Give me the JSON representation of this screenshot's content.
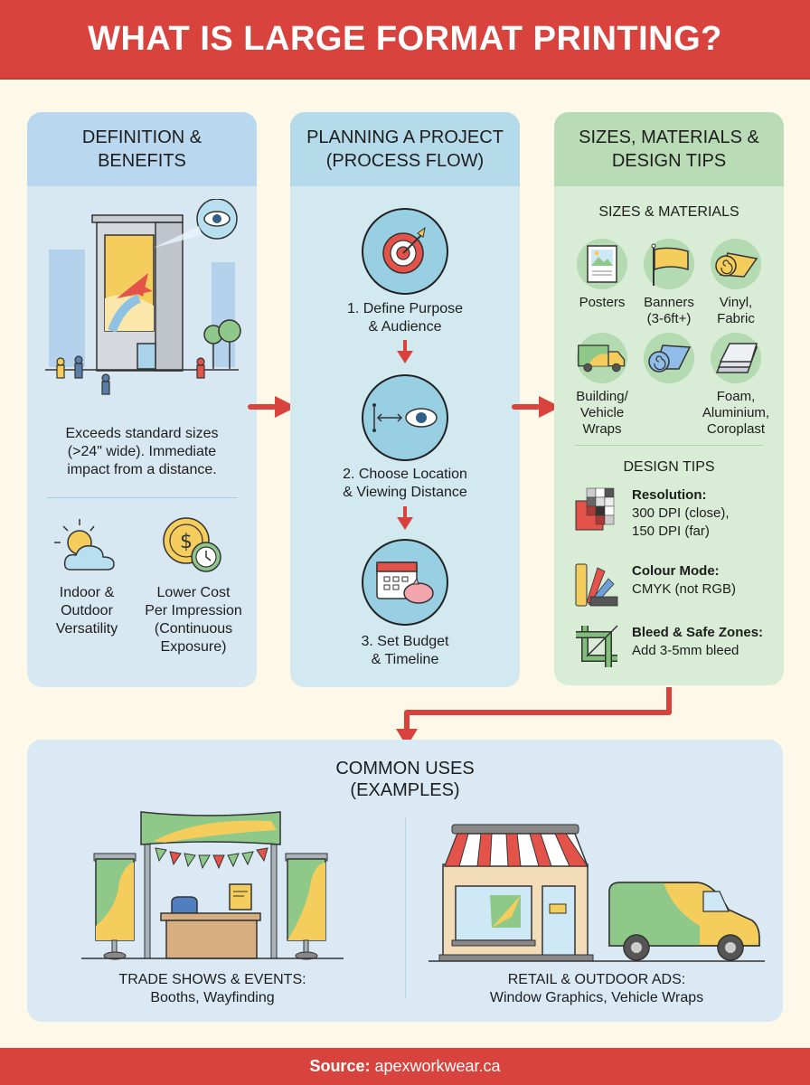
{
  "header": {
    "title": "WHAT IS LARGE FORMAT PRINTING?"
  },
  "colors": {
    "accent_red": "#d8433e",
    "background": "#fdf8e8",
    "blue_panel": "#d7e8f3",
    "teal_panel": "#d3e9f0",
    "green_panel": "#d8ecd6",
    "yellow": "#f5cd5c",
    "green": "#8fc98a"
  },
  "definition": {
    "title_line1": "DEFINITION &",
    "title_line2": "BENEFITS",
    "illustration": "building-with-billboard-icon",
    "description_line1": "Exceeds standard sizes",
    "description_line2": "(>24\" wide). Immediate",
    "description_line3": "impact from a distance.",
    "benefits": [
      {
        "icon": "sun-cloud-icon",
        "line1": "Indoor &",
        "line2": "Outdoor",
        "line3": "Versatility",
        "line4": ""
      },
      {
        "icon": "coin-clock-icon",
        "line1": "Lower Cost",
        "line2": "Per Impression",
        "line3": "(Continuous",
        "line4": "Exposure)"
      }
    ]
  },
  "planning": {
    "title_line1": "PLANNING A PROJECT",
    "title_line2": "(PROCESS FLOW)",
    "steps": [
      {
        "icon": "target-icon",
        "line1": "1. Define Purpose",
        "line2": "& Audience"
      },
      {
        "icon": "distance-eye-icon",
        "line1": "2. Choose Location",
        "line2": "& Viewing Distance"
      },
      {
        "icon": "calendar-piggybank-icon",
        "line1": "3. Set Budget",
        "line2": "& Timeline"
      }
    ]
  },
  "sizes": {
    "title_line1": "SIZES, MATERIALS &",
    "title_line2": "DESIGN TIPS",
    "materials_heading": "SIZES & MATERIALS",
    "materials": [
      {
        "icon": "poster-icon",
        "line1": "Posters",
        "line2": "",
        "line3": ""
      },
      {
        "icon": "flag-banner-icon",
        "line1": "Banners",
        "line2": "(3-6ft+)",
        "line3": ""
      },
      {
        "icon": "vinyl-roll-icon",
        "line1": "Vinyl,",
        "line2": "Fabric",
        "line3": ""
      },
      {
        "icon": "truck-icon",
        "line1": "Building/",
        "line2": "Vehicle",
        "line3": "Wraps"
      },
      {
        "icon": "fabric-roll-icon",
        "line1": "",
        "line2": "",
        "line3": ""
      },
      {
        "icon": "board-sheets-icon",
        "line1": "Foam,",
        "line2": "Aluminium,",
        "line3": "Coroplast"
      }
    ],
    "tips_heading": "DESIGN TIPS",
    "tips": [
      {
        "icon": "pixel-grid-icon",
        "title": "Resolution:",
        "line1": "300 DPI (close),",
        "line2": "150 DPI (far)"
      },
      {
        "icon": "color-swatch-icon",
        "title": "Colour Mode:",
        "line1": "CMYK (not RGB)",
        "line2": ""
      },
      {
        "icon": "crop-icon",
        "title": "Bleed & Safe Zones:",
        "line1": "Add 3-5mm bleed",
        "line2": ""
      }
    ]
  },
  "uses": {
    "title_line1": "COMMON USES",
    "title_line2": "(EXAMPLES)",
    "examples": [
      {
        "icon": "trade-show-booth-icon",
        "title": "TRADE SHOWS & EVENTS:",
        "subtitle": "Booths, Wayfinding"
      },
      {
        "icon": "storefront-van-icon",
        "title": "RETAIL & OUTDOOR ADS:",
        "subtitle": "Window Graphics, Vehicle Wraps"
      }
    ]
  },
  "footer": {
    "source_label": "Source:",
    "source_value": "apexworkwear.ca"
  }
}
